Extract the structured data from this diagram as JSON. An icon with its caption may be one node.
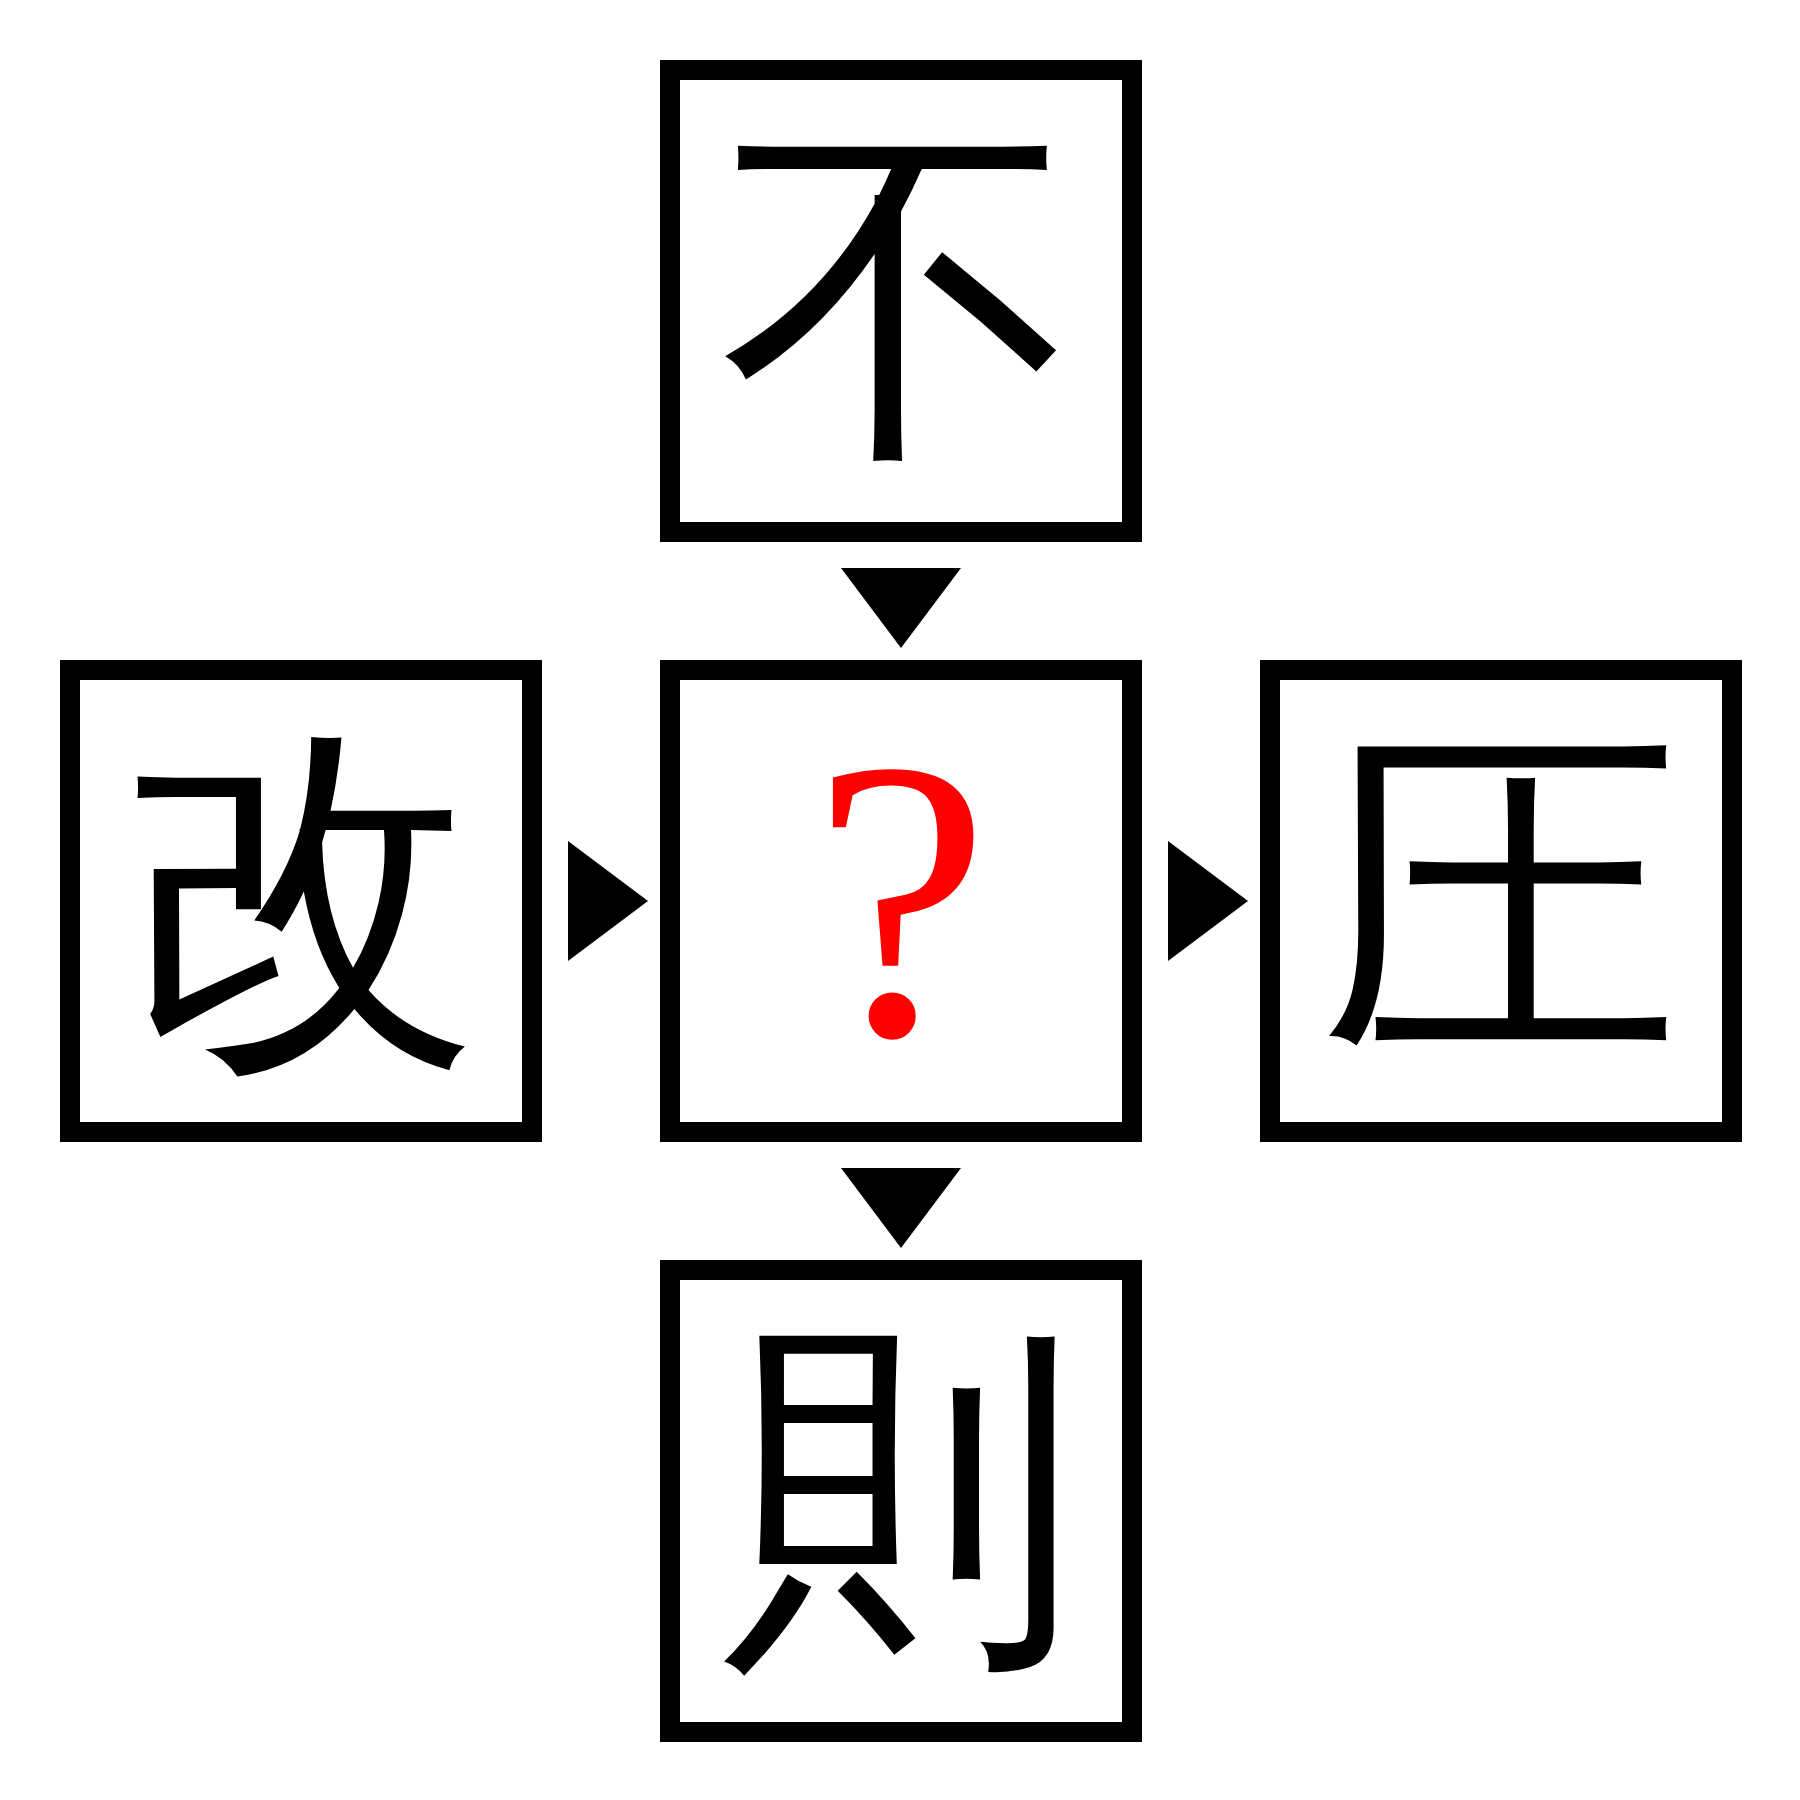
{
  "diagram": {
    "nodes": [
      {
        "text": [
          "不"
        ]
      },
      {
        "text": [
          "改"
        ]
      },
      {
        "text": [
          "?"
        ]
      },
      {
        "text": [
          "圧"
        ]
      },
      {
        "text": [
          "則"
        ]
      }
    ],
    "edges": [
      {
        "from": 0,
        "to": 2,
        "arrow": "to"
      },
      {
        "from": 1,
        "to": 2,
        "arrow": "to"
      },
      {
        "from": 2,
        "to": 3,
        "arrow": "to"
      },
      {
        "from": 2,
        "to": 4,
        "arrow": "to"
      }
    ]
  }
}
